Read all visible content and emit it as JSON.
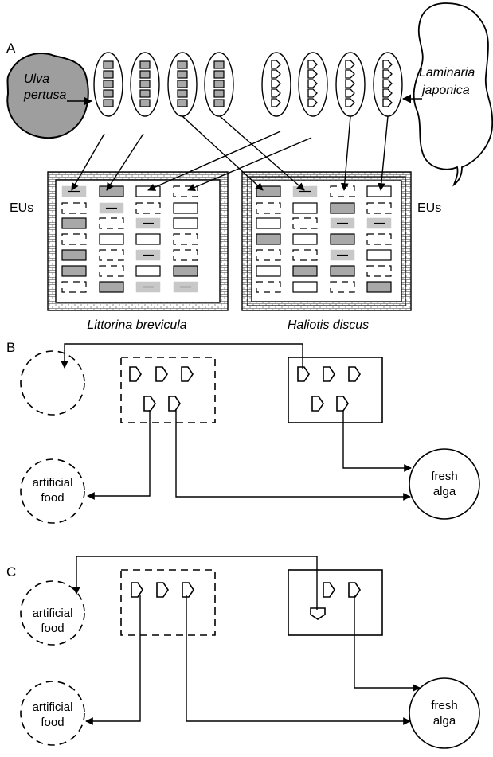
{
  "panelA": {
    "letter": "A",
    "ulva_line1": "Ulva",
    "ulva_line2": "pertusa",
    "laminaria_line1": "Laminaria",
    "laminaria_line2": "japonica",
    "eus_left": "EUs",
    "eus_right": "EUs",
    "littorina": "Littorina brevicula",
    "haliotis": "Haliotis discus"
  },
  "panelB": {
    "letter": "B",
    "artificial_line1": "artificial",
    "artificial_line2": "food",
    "fresh_line1": "fresh",
    "fresh_line2": "alga"
  },
  "panelC": {
    "letter": "C",
    "artificial_top_line1": "artificial",
    "artificial_top_line2": "food",
    "artificial_bottom_line1": "artificial",
    "artificial_bottom_line2": "food",
    "fresh_line1": "fresh",
    "fresh_line2": "alga"
  },
  "colors": {
    "ulva_fill": "#9e9e9e",
    "grey_piece": "#a8a8a8",
    "light_grey_piece": "#c4c4c4",
    "brick": "#8a8a8a",
    "line": "#000000"
  }
}
